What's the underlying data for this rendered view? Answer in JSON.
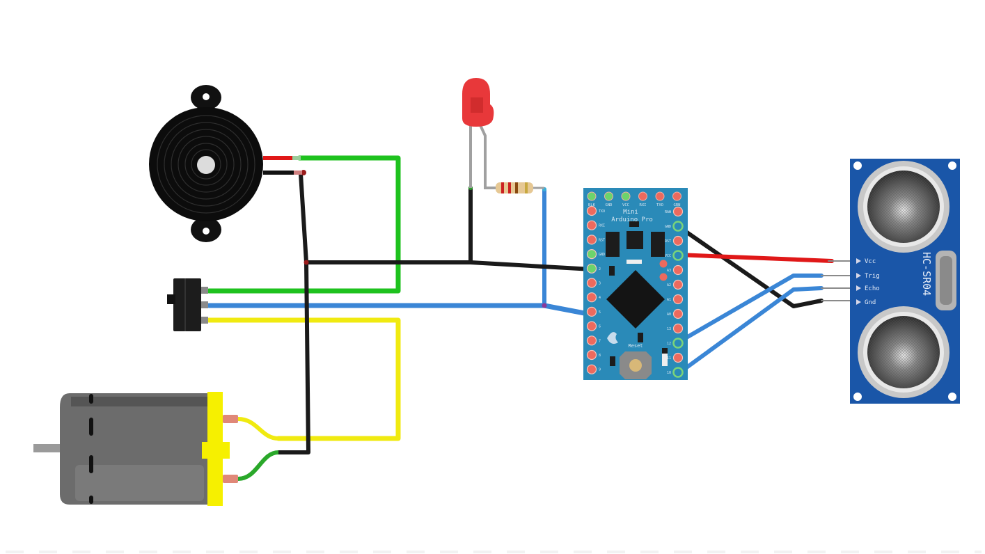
{
  "diagram": {
    "type": "wiring-diagram",
    "components": {
      "buzzer": {
        "name": "Piezo Buzzer"
      },
      "switch": {
        "name": "Slide Switch"
      },
      "motor": {
        "name": "DC Motor"
      },
      "led": {
        "name": "Red LED",
        "color": "#e8383a"
      },
      "resistor": {
        "name": "Resistor"
      },
      "arduino": {
        "name": "Arduino Pro Mini",
        "title_line1": "Mini",
        "title_line2": "Arduino Pro",
        "reset_label": "Reset",
        "top_pins": [
          "BLK",
          "GND",
          "VCC",
          "RXI",
          "TXO",
          "GRN"
        ],
        "left_pins": [
          "TXO",
          "RXI",
          "RST",
          "GND",
          "2",
          "3",
          "4",
          "5",
          "6",
          "7",
          "8",
          "9"
        ],
        "right_pins": [
          "RAW",
          "GND",
          "RST",
          "VCC",
          "A3",
          "A2",
          "A1",
          "A0",
          "13",
          "12",
          "11",
          "10"
        ],
        "board_color": "#2a8ab8"
      },
      "ultrasonic": {
        "name": "HC-SR04",
        "label": "HC-SR04",
        "pins": [
          "Vcc",
          "Trig",
          "Echo",
          "Gnd"
        ],
        "board_color": "#1a56a8"
      }
    },
    "wire_colors": {
      "black": "#1a1a1a",
      "red": "#e01818",
      "green": "#1ec21e",
      "blue": "#3a86d6",
      "yellow": "#f0ea10"
    }
  }
}
